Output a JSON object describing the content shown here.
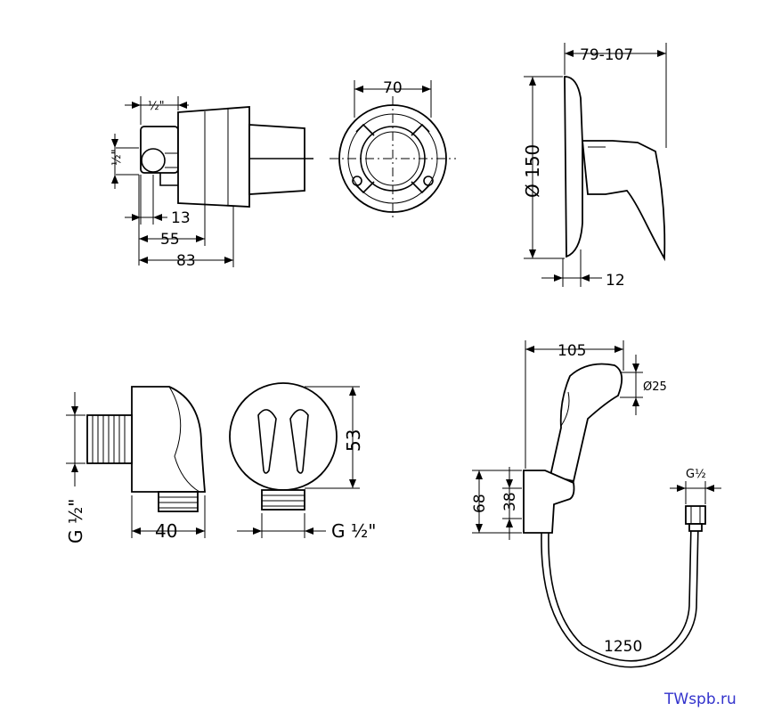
{
  "view1": {
    "dim_half_top": "½\"",
    "dim_half_left": "½\"",
    "dim_13": "13",
    "dim_55": "55",
    "dim_83": "83"
  },
  "view2": {
    "dim_70": "70"
  },
  "view3": {
    "dim_79_107": "79-107",
    "dim_150": "Ø 150",
    "dim_12": "12"
  },
  "view4": {
    "dim_g_half_left": "G ½\"",
    "dim_40": "40",
    "dim_53": "53",
    "dim_g_half_right": "G ½\""
  },
  "view5": {
    "dim_105": "105",
    "dim_25": "Ø25",
    "dim_g_half": "G½",
    "dim_68": "68",
    "dim_38": "38",
    "dim_1250": "1250"
  },
  "watermark": "TWspb.ru"
}
